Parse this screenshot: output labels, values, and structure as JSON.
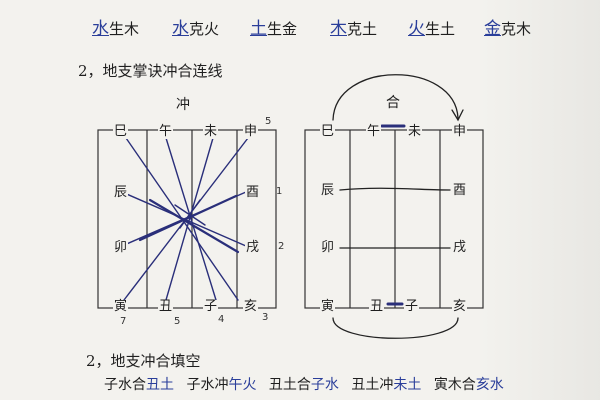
{
  "wuxing_rules": [
    {
      "handwritten": "水",
      "printed": "生木"
    },
    {
      "handwritten": "水",
      "printed": "克火"
    },
    {
      "handwritten": "土",
      "printed": "生金"
    },
    {
      "handwritten": "木",
      "printed": "克土"
    },
    {
      "handwritten": "火",
      "printed": "生土"
    },
    {
      "handwritten": "金",
      "printed": "克木"
    }
  ],
  "section1": {
    "heading": "2，地支掌诀冲合连线"
  },
  "left_diagram": {
    "title": "冲",
    "top": [
      "巳",
      "午",
      "未",
      "申"
    ],
    "right": [
      "酉",
      "戌"
    ],
    "bottom": [
      "亥",
      "子",
      "丑",
      "寅"
    ],
    "left": [
      "辰",
      "卯"
    ],
    "numbers": [
      "5",
      "1",
      "2",
      "3",
      "4",
      "5",
      "7"
    ]
  },
  "right_diagram": {
    "title": "合",
    "top": [
      "巳",
      "午",
      "未",
      "申"
    ],
    "right": [
      "酉",
      "戌"
    ],
    "bottom": [
      "亥",
      "子",
      "丑",
      "寅"
    ],
    "left": [
      "辰",
      "卯"
    ]
  },
  "section2": {
    "heading": "2，地支冲合填空"
  },
  "fill_blanks": [
    {
      "printed": "子水合",
      "handwritten": "丑土"
    },
    {
      "printed": "子水冲",
      "handwritten": "午火"
    },
    {
      "printed": "丑土合",
      "handwritten": "子水"
    },
    {
      "printed": "丑土冲",
      "handwritten": "未土"
    },
    {
      "printed": "寅木合",
      "handwritten": "亥水"
    }
  ]
}
